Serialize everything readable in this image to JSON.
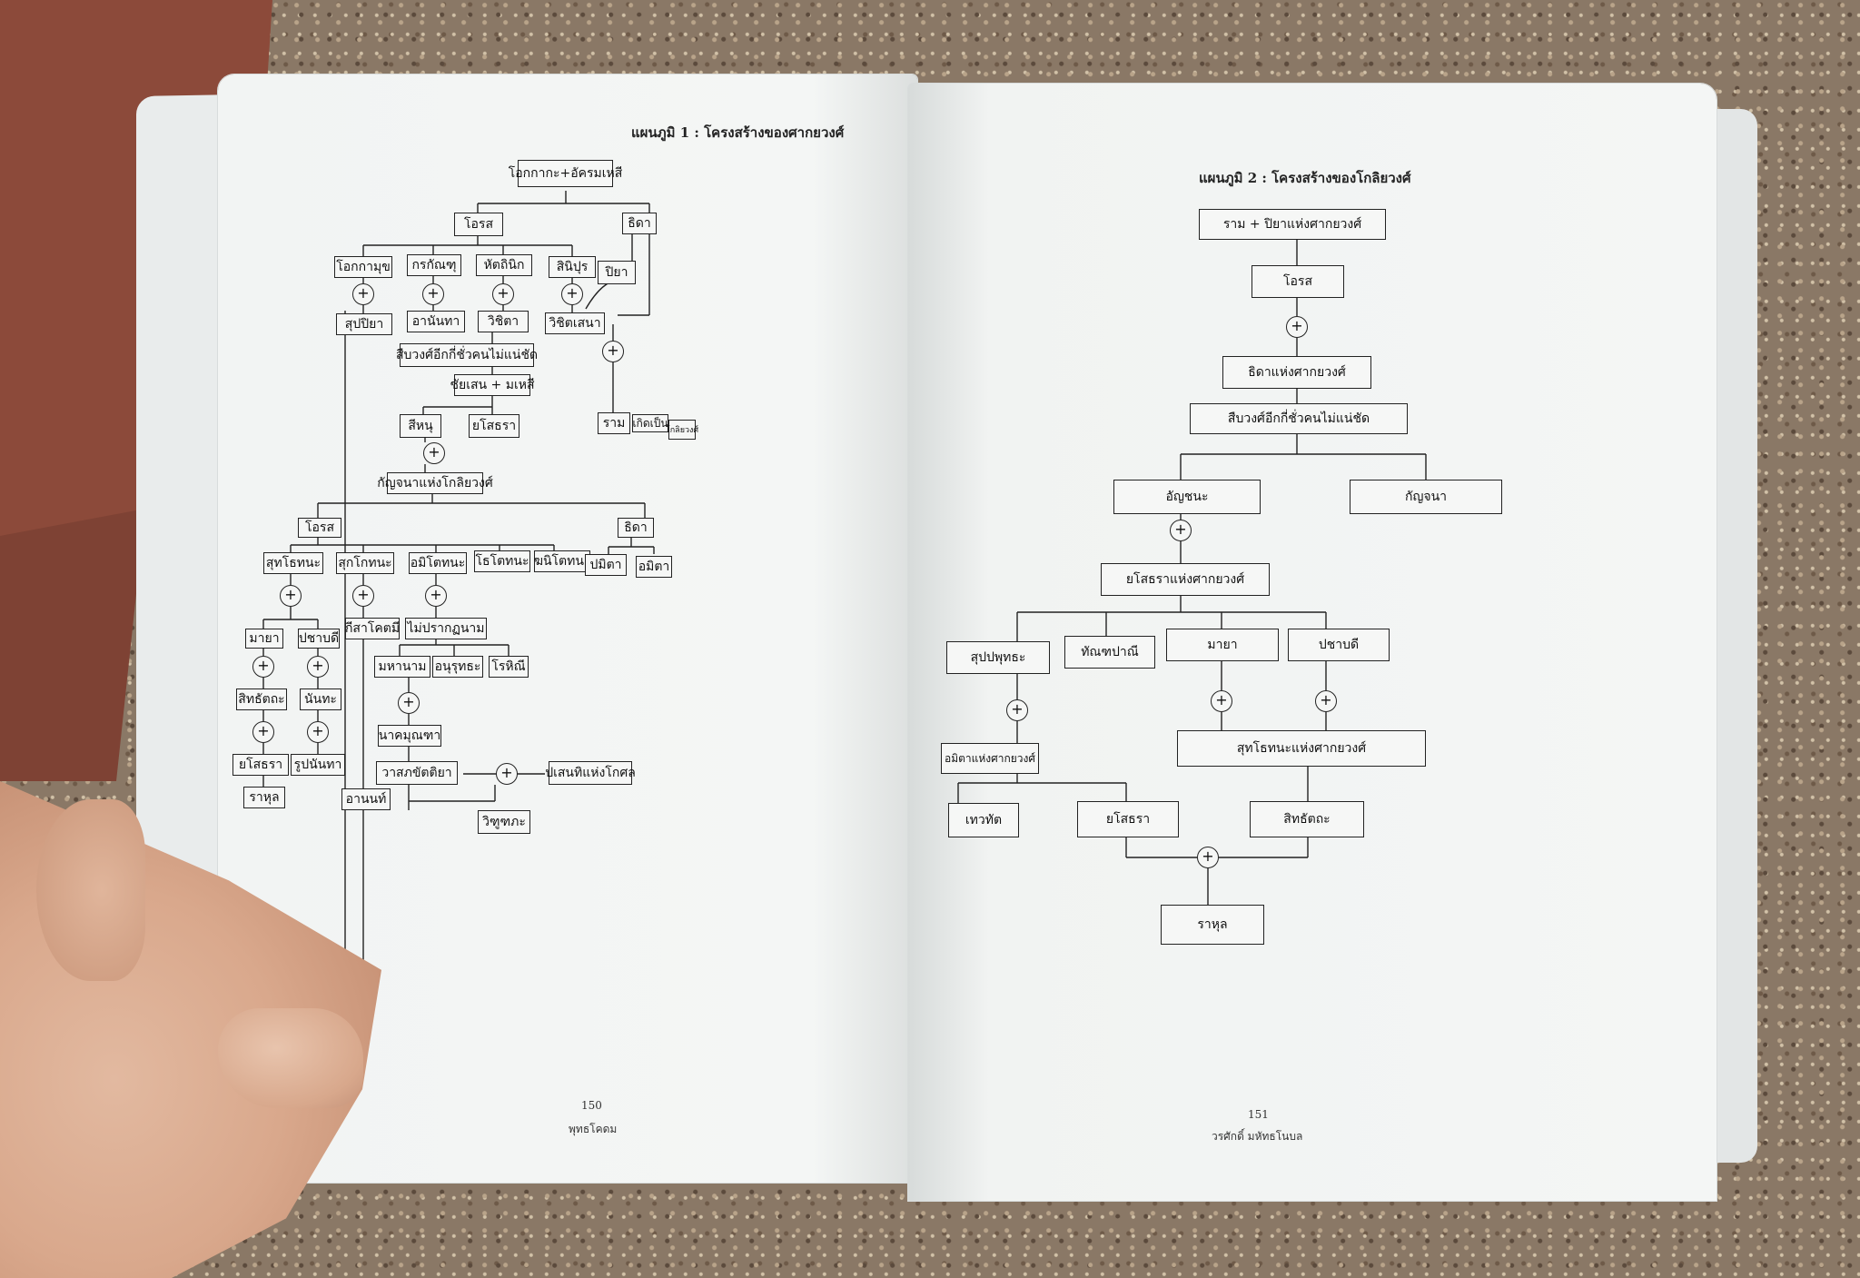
{
  "left_page": {
    "title": "แผนภูมิ 1 : โครงสร้างของศากยวงศ์",
    "page_number": "150",
    "footer": "พุทธโคดม",
    "boxes": {
      "b_okkaka": "โอกกากะ+อัครมเหสี",
      "b_orot1": "โอรส",
      "b_thida1": "ธิดา",
      "b_okamukha": "โอกกามุข",
      "b_karakanthu": "กรกัณฑุ",
      "b_hatthinik": "หัตถินิก",
      "b_sinipura": "สินิปุร",
      "b_piya": "ปิยา",
      "b_suppiya": "สุปปิยา",
      "b_ananta": "อานันทา",
      "b_vijita": "วิชิตา",
      "b_vijitasena": "วิชิตเสนา",
      "b_generations1": "สืบวงศ์อีกกี่ชั่วคนไม่แน่ชัด",
      "b_chaisena": "ชัยเสน + มเหสี",
      "b_sihanu": "สีหนุ",
      "b_yasodhara1": "ยโสธรา",
      "b_ram": "ราม",
      "b_born": "เกิดเป็น",
      "b_koliya": "โกลิยวงศ์",
      "b_kanchana": "กัญจนาแห่งโกลิยวงศ์",
      "b_orot2": "โอรส",
      "b_thida2": "ธิดา",
      "b_suddhodana": "สุทโธทนะ",
      "b_sukkodana": "สุกโกทนะ",
      "b_amitodana": "อมิโตทนะ",
      "b_dhotodana": "โธโตทนะ",
      "b_ghanitodana": "ฆนิโตทนะ",
      "b_pamita": "ปมิตา",
      "b_amita": "อมิตา",
      "b_maya": "มายา",
      "b_pajapati": "ปชาบดี",
      "b_kisagotami": "กีสาโคตมี",
      "b_unknown": "ไม่ปรากฏนาม",
      "b_mahanama": "มหานาม",
      "b_anuruddha": "อนุรุทธะ",
      "b_rohini": "โรหิณี",
      "b_siddhattha": "สิทธัตถะ",
      "b_nanda": "นันทะ",
      "b_nagamunda": "นาคมุณฑา",
      "b_yasodhara2": "ยโสธรา",
      "b_rupananda": "รูปนันทา",
      "b_vasabha": "วาสภขัตติยา",
      "b_pasenadi": "ปเสนทิแห่งโกศล",
      "b_rahula": "ราหุล",
      "b_ananda": "อานนท์",
      "b_vidudabha": "วิฑูฑภะ"
    }
  },
  "right_page": {
    "title": "แผนภูมิ 2 : โครงสร้างของโกลิยวงศ์",
    "page_number": "151",
    "footer": "วรศักดิ์ มหัทธโนบล",
    "boxes": {
      "r_ram": "ราม + ปิยาแห่งศากยวงศ์",
      "r_orot": "โอรส",
      "r_thida": "ธิดาแห่งศากยวงศ์",
      "r_generations": "สืบวงศ์อีกกี่ชั่วคนไม่แน่ชัด",
      "r_anjana": "อัญชนะ",
      "r_kanchana": "กัญจนา",
      "r_yasodhara": "ยโสธราแห่งศากยวงศ์",
      "r_suppabuddha": "สุปปพุทธะ",
      "r_dandapani": "ทัณฑปาณี",
      "r_maya": "มายา",
      "r_pajapati": "ปชาบดี",
      "r_amita": "อมิตาแห่งศากยวงศ์",
      "r_suddhodana": "สุทโธทนะแห่งศากยวงศ์",
      "r_devadatta": "เทวทัต",
      "r_yasodhara2": "ยโสธรา",
      "r_siddhattha": "สิทธัตถะ",
      "r_rahula": "ราหุล"
    }
  }
}
